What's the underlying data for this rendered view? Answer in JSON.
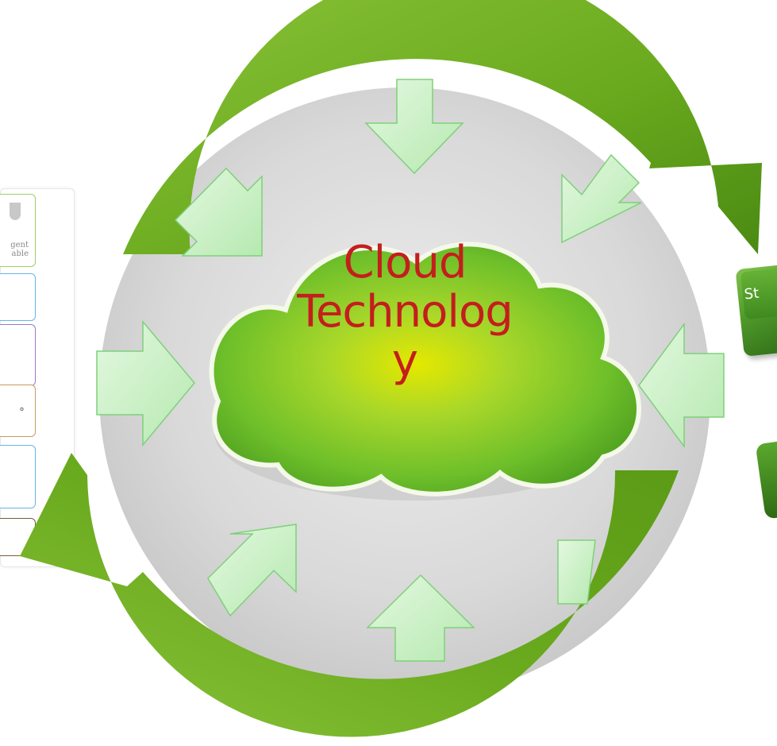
{
  "diagram": {
    "center_label": [
      "Cloud",
      "Technolog",
      "y"
    ],
    "side_key_label": "St",
    "colors": {
      "ring_green": "#6aaa1e",
      "ring_dark": "#4a8a12",
      "disc_gray": "#d9d9d9",
      "inward_arrow_fill": "#c9efc6",
      "inward_arrow_stroke": "#7fd07a",
      "cloud_green": "#7cc62a",
      "title_red": "#c41e1e"
    },
    "inward_arrow_count": 8
  },
  "left_panel": {
    "header_text": "gent\nable",
    "box3_text": "。",
    "box_border_colors": [
      "#9ccf6a",
      "#66b6e6",
      "#9a7acb",
      "#c79a63",
      "#66b6e6",
      "#7a5a3a"
    ]
  }
}
